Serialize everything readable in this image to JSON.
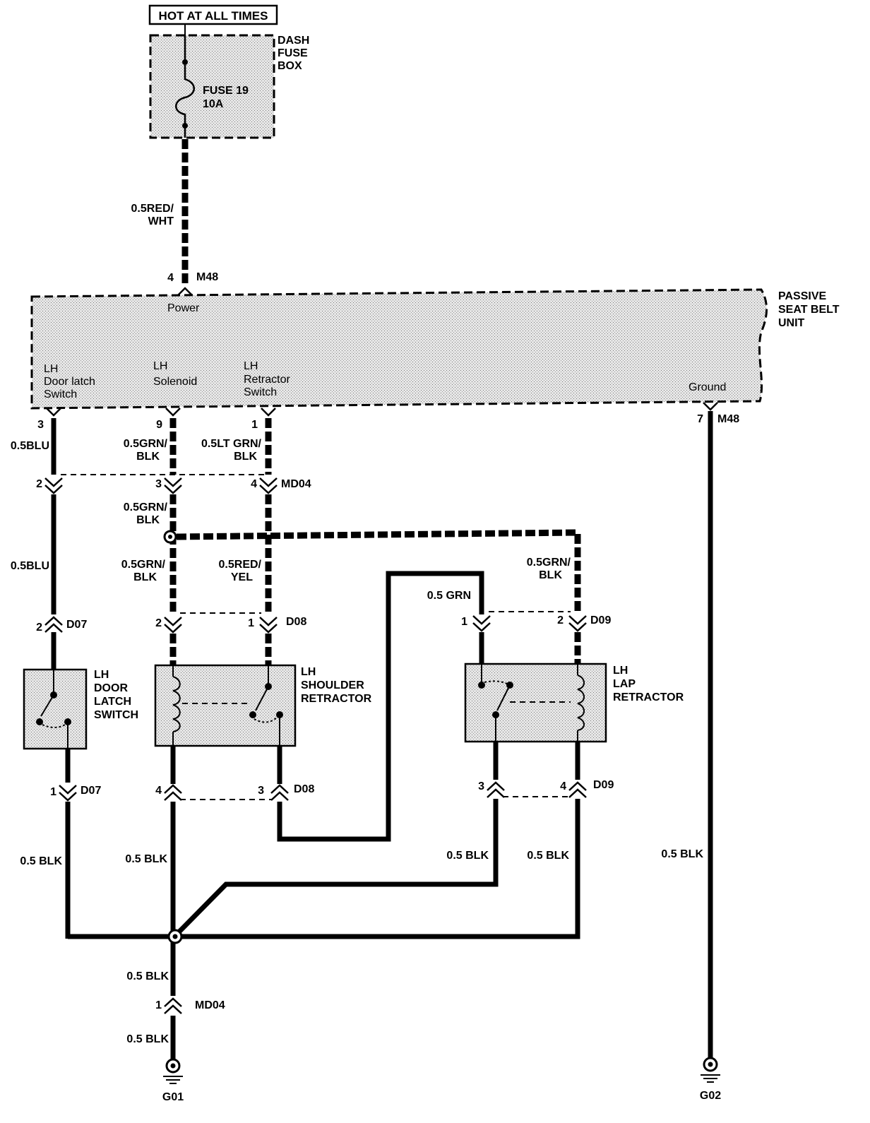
{
  "power_tag": "HOT AT ALL TIMES",
  "fuse_box": {
    "name_lines": [
      "DASH",
      "FUSE",
      "BOX"
    ],
    "fuse_lines": [
      "FUSE 19",
      "10A"
    ]
  },
  "wires": {
    "feed": [
      "0.5RED/",
      "WHT"
    ],
    "door_latch_upper": "0.5BLU",
    "door_latch_lower": "0.5BLU",
    "solenoid_upper": [
      "0.5GRN/",
      "BLK"
    ],
    "solenoid_mid": [
      "0.5GRN/",
      "BLK"
    ],
    "solenoid_lower": [
      "0.5GRN/",
      "BLK"
    ],
    "retractor_upper": [
      "0.5LT GRN/",
      "BLK"
    ],
    "retractor_lower": [
      "0.5RED/",
      "YEL"
    ],
    "lap_coil": [
      "0.5GRN/",
      "BLK"
    ],
    "lap_switch": "0.5 GRN",
    "ground_door": "0.5 BLK",
    "ground_shoulder": "0.5 BLK",
    "ground_lap_3": "0.5 BLK",
    "ground_lap_4": "0.5 BLK",
    "ground_main_upper": "0.5 BLK",
    "ground_main_lower": "0.5 BLK",
    "ground_unit": "0.5 BLK"
  },
  "unit": {
    "name_lines": [
      "PASSIVE",
      "SEAT BELT",
      "UNIT"
    ],
    "power": "Power",
    "door_latch": [
      "LH",
      "Door latch",
      "Switch"
    ],
    "solenoid": [
      "LH",
      "Solenoid"
    ],
    "retractor": [
      "LH",
      "Retractor",
      "Switch"
    ],
    "ground": "Ground"
  },
  "pins": {
    "m48_power": "4",
    "door": "3",
    "solenoid": "9",
    "retractor": "1",
    "ground": "7",
    "md04_door": "2",
    "md04_sol": "3",
    "md04_ret": "4",
    "d07_top": "2",
    "d08_top_sol": "2",
    "d08_top_ret": "1",
    "d09_top_sw": "1",
    "d09_top_coil": "2",
    "d07_bottom": "1",
    "d08_bottom_4": "4",
    "d08_bottom_3": "3",
    "d09_bottom_3": "3",
    "d09_bottom_4": "4",
    "md04_ground": "1"
  },
  "connectors": {
    "m48_top": "M48",
    "m48_ground": "M48",
    "md04_upper": "MD04",
    "d07_top": "D07",
    "d08_top": "D08",
    "d09_top": "D09",
    "d07_bottom": "D07",
    "d08_bottom": "D08",
    "d09_bottom": "D09",
    "md04_lower": "MD04"
  },
  "components": {
    "door_switch": [
      "LH",
      "DOOR",
      "LATCH",
      "SWITCH"
    ],
    "shoulder": [
      "LH",
      "SHOULDER",
      "RETRACTOR"
    ],
    "lap": [
      "LH",
      "LAP",
      "RETRACTOR"
    ]
  },
  "grounds": {
    "g01": "G01",
    "g02": "G02"
  }
}
